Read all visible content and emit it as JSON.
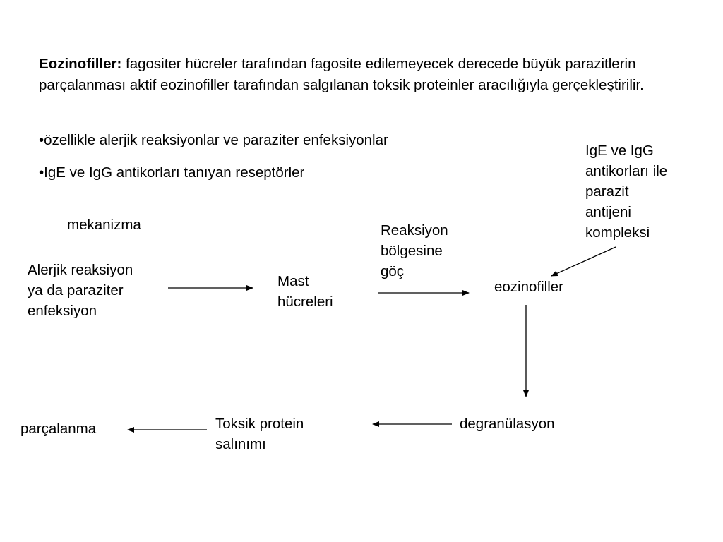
{
  "intro": {
    "term": "Eozinofiller:",
    "text": " fagositer hücreler tarafından fagosite edilemeyecek derecede büyük parazitlerin parçalanması aktif eozinofiller tarafından salgılanan toksik proteinler aracılığıyla gerçekleştirilir."
  },
  "bullets": [
    "•özellikle alerjik reaksiyonlar ve paraziter enfeksiyonlar",
    "•IgE ve IgG antikorları tanıyan reseptörler"
  ],
  "diagram": {
    "mechanism_label": "mekanizma",
    "nodes": {
      "trigger": "Alerjik reaksiyon\nya da paraziter\nenfeksiyon",
      "mast_cells": "Mast\nhücreleri",
      "migration": "Reaksiyon\nbölgesine\ngöç",
      "eosinophils": "eozinofiller",
      "complex": "IgE ve IgG\nantikorları ile\nparazit\nantijeni\nkompleksi",
      "degranulation": "degranülasyon",
      "toxic_release": "Toksik protein\nsalınımı",
      "breakdown": "parçalanma"
    }
  }
}
